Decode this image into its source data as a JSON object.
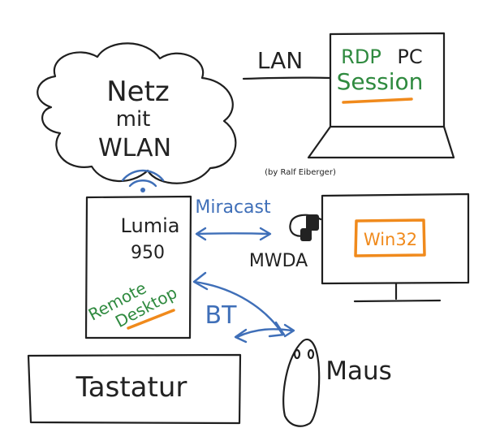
{
  "labels": {
    "network_line1": "Netz",
    "network_line2": "mit",
    "network_line3": "WLAN",
    "lan": "LAN",
    "rdp_line1": "RDP",
    "rdp_pc": "PC",
    "rdp_line2": "Session",
    "author": "(by Ralf Eiberger)",
    "phone_line1": "Lumia",
    "phone_line2": "950",
    "remote_line1": "Remote",
    "remote_line2": "Desktop",
    "miracast": "Miracast",
    "mwda": "MWDA",
    "screen_app": "Win32",
    "bt": "BT",
    "keyboard": "Tastatur",
    "mouse": "Maus"
  },
  "colors": {
    "ink": "#1f1f1f",
    "blue": "#3f6fb8",
    "green": "#2f8a3f",
    "orange": "#f08a1c"
  }
}
